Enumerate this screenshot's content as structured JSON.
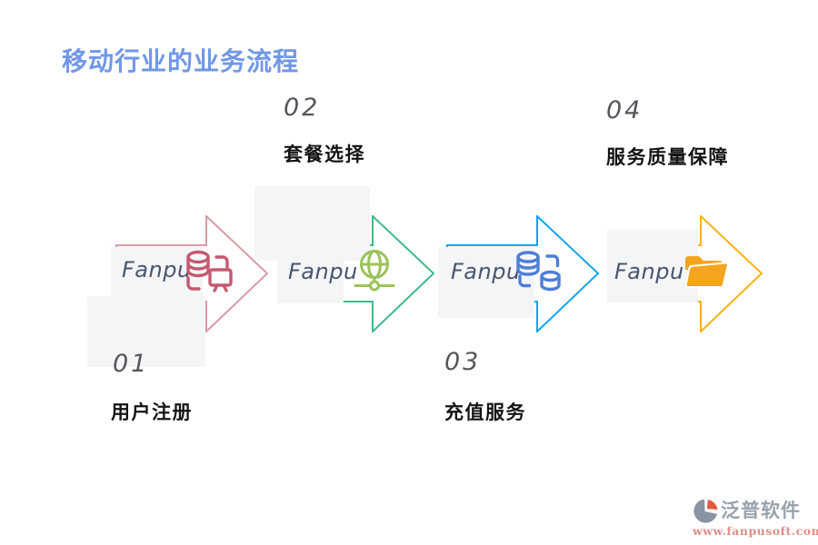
{
  "title": {
    "text": "移动行业的业务流程",
    "color": "#7097E8"
  },
  "steps": [
    {
      "number": "01",
      "label": "用户注册",
      "brand": "Fanpu",
      "icon": "database-monitor-icon",
      "arrow_color": "#D99AA4",
      "icon_color": "#C5596F",
      "number_position": "below"
    },
    {
      "number": "02",
      "label": "套餐选择",
      "brand": "Fanpu",
      "icon": "globe-network-icon",
      "arrow_color": "#3DBA85",
      "icon_color": "#9CC25B",
      "number_position": "above"
    },
    {
      "number": "03",
      "label": "充值服务",
      "brand": "Fanpu",
      "icon": "database-pair-icon",
      "arrow_color": "#14A5EA",
      "icon_color": "#4D7FD6",
      "number_position": "below"
    },
    {
      "number": "04",
      "label": "服务质量保障",
      "brand": "Fanpu",
      "icon": "open-folder-icon",
      "arrow_color": "#FBB115",
      "icon_color": "#F5A41E",
      "number_position": "above"
    }
  ],
  "decor": {
    "panel_color": "#F4F5F7"
  },
  "footer": {
    "brand": "泛普软件",
    "url": "www.fanpusoft.com",
    "brand_color": "#99A2AE",
    "url_color": "#DE8E87",
    "logo_gray": "#8A93A0",
    "logo_orange": "#E2593C"
  }
}
